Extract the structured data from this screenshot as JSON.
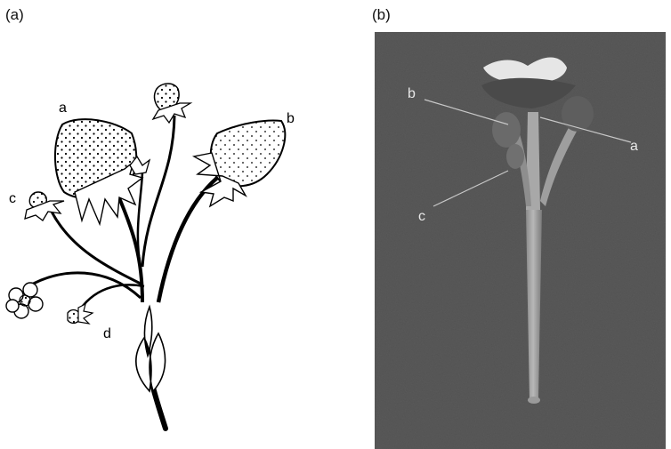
{
  "panels": {
    "a": {
      "label": "(a)",
      "annotations": [
        "a",
        "b",
        "c",
        "d"
      ]
    },
    "b": {
      "label": "(b)",
      "annotations": [
        "b",
        "a",
        "c"
      ]
    }
  },
  "colors": {
    "line": "#000000",
    "photo_background": "#5a5a5a",
    "photo_label": "#e8e8e8"
  }
}
